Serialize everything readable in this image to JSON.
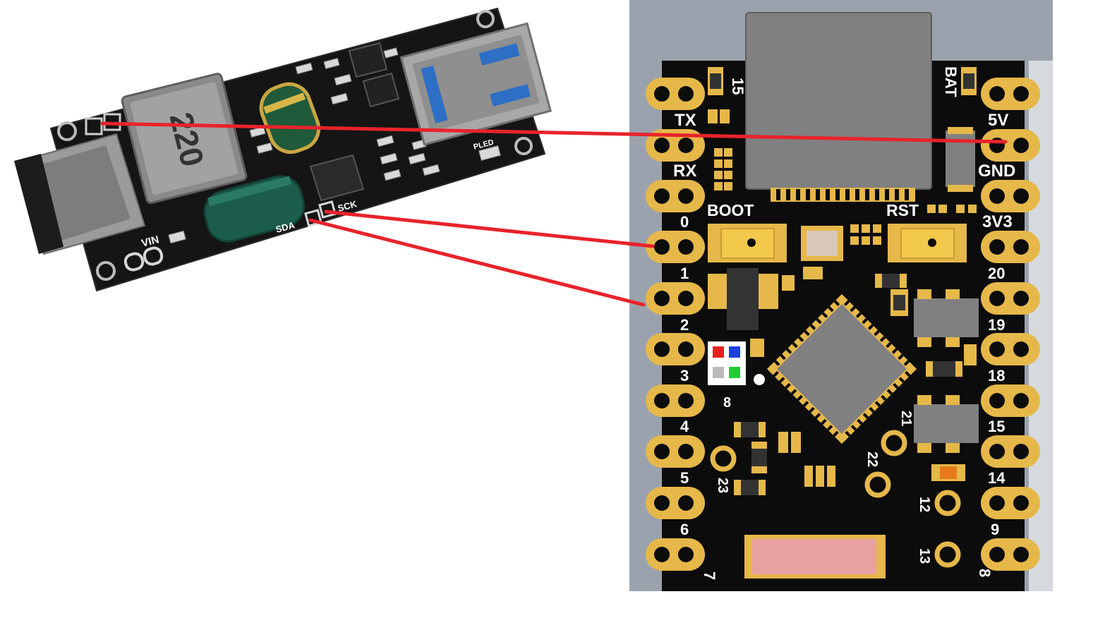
{
  "left_board": {
    "labels": {
      "vin": "VIN",
      "sda": "SDA",
      "sck": "SCK",
      "pled": "PLED",
      "inductor": "220"
    }
  },
  "right_board": {
    "left_pins": [
      "TX",
      "RX",
      "0",
      "1",
      "2",
      "3",
      "4",
      "5",
      "6",
      "7"
    ],
    "right_pins": [
      "5V",
      "GND",
      "3V3",
      "20",
      "19",
      "18",
      "15",
      "14",
      "9",
      "8"
    ],
    "top_left_label": "15",
    "top_right_label": "BAT",
    "boot_label": "BOOT",
    "rst_label": "RST",
    "inner_labels": [
      "8",
      "21",
      "22",
      "23",
      "12",
      "13"
    ]
  },
  "colors": {
    "wire": "#e8232b",
    "pcb": "#0d0d0d",
    "gold": "#e6b84a",
    "frame": "#9aa3ad"
  }
}
